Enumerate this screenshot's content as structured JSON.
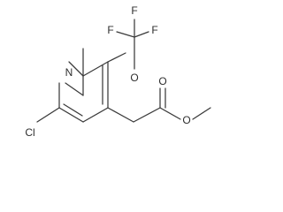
{
  "atoms": {
    "nitrogen": "N",
    "chlorine": "Cl",
    "ether_oxygen": "O",
    "fluorine_left": "F",
    "fluorine_top": "F",
    "fluorine_right": "F",
    "carbonyl_oxygen": "O",
    "ester_oxygen": "O"
  },
  "colors": {
    "bond": "#3a3a3a",
    "label": "#2e2e2e",
    "background": "#ffffff"
  }
}
